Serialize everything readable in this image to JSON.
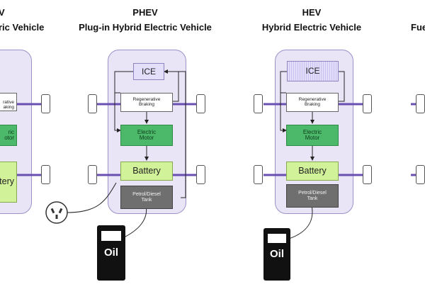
{
  "panels": {
    "bev": {
      "title_short": "V",
      "title_long": "ric Vehicle",
      "regen": [
        "rative",
        "aking"
      ],
      "motor": [
        "ric",
        "otor"
      ],
      "battery": "ttery"
    },
    "phev": {
      "title_short": "PHEV",
      "title_long": "Plug-in Hybrid Electric Vehicle",
      "ice": "ICE",
      "regen": [
        "Regenerative",
        "Braking"
      ],
      "motor": [
        "Electric",
        "Motor"
      ],
      "battery": "Battery",
      "tank": [
        "Petrol/Diesel",
        "Tank"
      ],
      "pump": "Oil"
    },
    "hev": {
      "title_short": "HEV",
      "title_long": "Hybrid Electric Vehicle",
      "ice": "ICE",
      "regen": [
        "Regenerative",
        "Braking"
      ],
      "motor": [
        "Electric",
        "Motor"
      ],
      "battery": "Battery",
      "tank": [
        "Petrol/Diesel",
        "Tank"
      ],
      "pump": "Oil"
    },
    "fcev": {
      "title_long": "Fue"
    }
  },
  "colors": {
    "chassis": "#e9e5f6",
    "axle": "#6a4fb3",
    "motor": "#4cb96a",
    "battery": "#d2f29a",
    "tank": "#6f6f6f",
    "ice": "#e3defa"
  },
  "icons": [
    "plug-socket-icon",
    "fuel-pump-icon"
  ]
}
